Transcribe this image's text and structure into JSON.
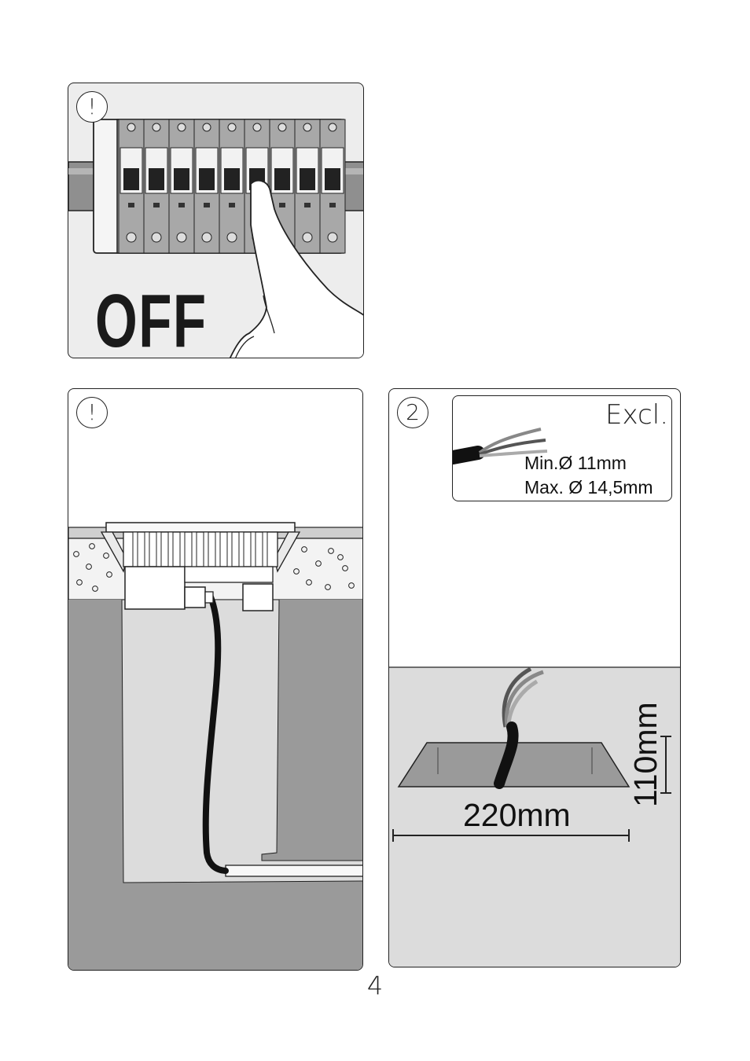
{
  "step_off": {
    "badge": "!",
    "label": "OFF"
  },
  "step_warning": {
    "badge": "!"
  },
  "step_2": {
    "badge": "2",
    "cable_box": {
      "title": "Excl.",
      "min_diameter": "Min.Ø 11mm",
      "max_diameter": "Max. Ø 14,5mm"
    },
    "hole_width": "220mm",
    "hole_depth": "110mm"
  },
  "page_number": "4",
  "colors": {
    "line": "#222222",
    "panel_light": "#ededed",
    "soil_dark": "#9a9a9a",
    "soil_light": "#dcdcdc",
    "breaker_grey": "#9c9c9c"
  }
}
